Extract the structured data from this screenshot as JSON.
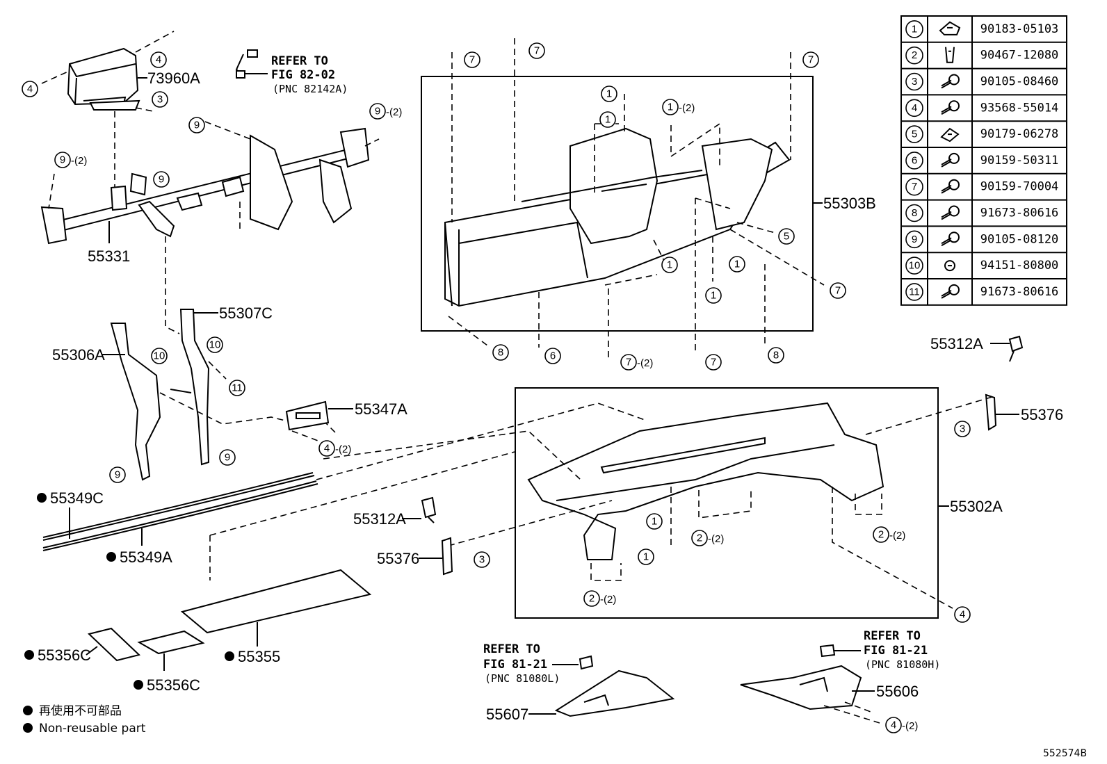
{
  "parts": {
    "p73960A": "73960A",
    "p55331": "55331",
    "p55303B": "55303B",
    "p55307C": "55307C",
    "p55306A": "55306A",
    "p55347A": "55347A",
    "p55312A_right": "55312A",
    "p55376_right": "55376",
    "p55302A": "55302A",
    "p55349C": "55349C",
    "p55349A": "55349A",
    "p55312A_left": "55312A",
    "p55376_left": "55376",
    "p55356C_a": "55356C",
    "p55356C_b": "55356C",
    "p55355": "55355",
    "p55607": "55607",
    "p55606": "55606"
  },
  "references": {
    "ref1": {
      "line1": "REFER TO",
      "line2": "FIG 82-02",
      "pnc": "(PNC 82142A)"
    },
    "ref2": {
      "line1": "REFER TO",
      "line2": "FIG 81-21",
      "pnc": "(PNC 81080L)"
    },
    "ref3": {
      "line1": "REFER TO",
      "line2": "FIG 81-21",
      "pnc": "(PNC 81080H)"
    }
  },
  "qty": {
    "q2": "-(2)"
  },
  "fastener_table": [
    {
      "num": "1",
      "icon": "clip-nut-icon",
      "code": "90183-05103"
    },
    {
      "num": "2",
      "icon": "clip-icon",
      "code": "90467-12080"
    },
    {
      "num": "3",
      "icon": "screw-icon",
      "code": "90105-08460"
    },
    {
      "num": "4",
      "icon": "screw-icon",
      "code": "93568-55014"
    },
    {
      "num": "5",
      "icon": "nut-clip-icon",
      "code": "90179-06278"
    },
    {
      "num": "6",
      "icon": "screw-icon",
      "code": "90159-50311"
    },
    {
      "num": "7",
      "icon": "screw-icon",
      "code": "90159-70004"
    },
    {
      "num": "8",
      "icon": "screw-icon",
      "code": "91673-80616"
    },
    {
      "num": "9",
      "icon": "screw-icon",
      "code": "90105-08120"
    },
    {
      "num": "10",
      "icon": "nut-icon",
      "code": "94151-80800"
    },
    {
      "num": "11",
      "icon": "screw-icon",
      "code": "91673-80616"
    }
  ],
  "legend": {
    "line_jp": "再使用不可部品",
    "line_en": "Non-reusable part"
  },
  "figure_code": "552574B"
}
